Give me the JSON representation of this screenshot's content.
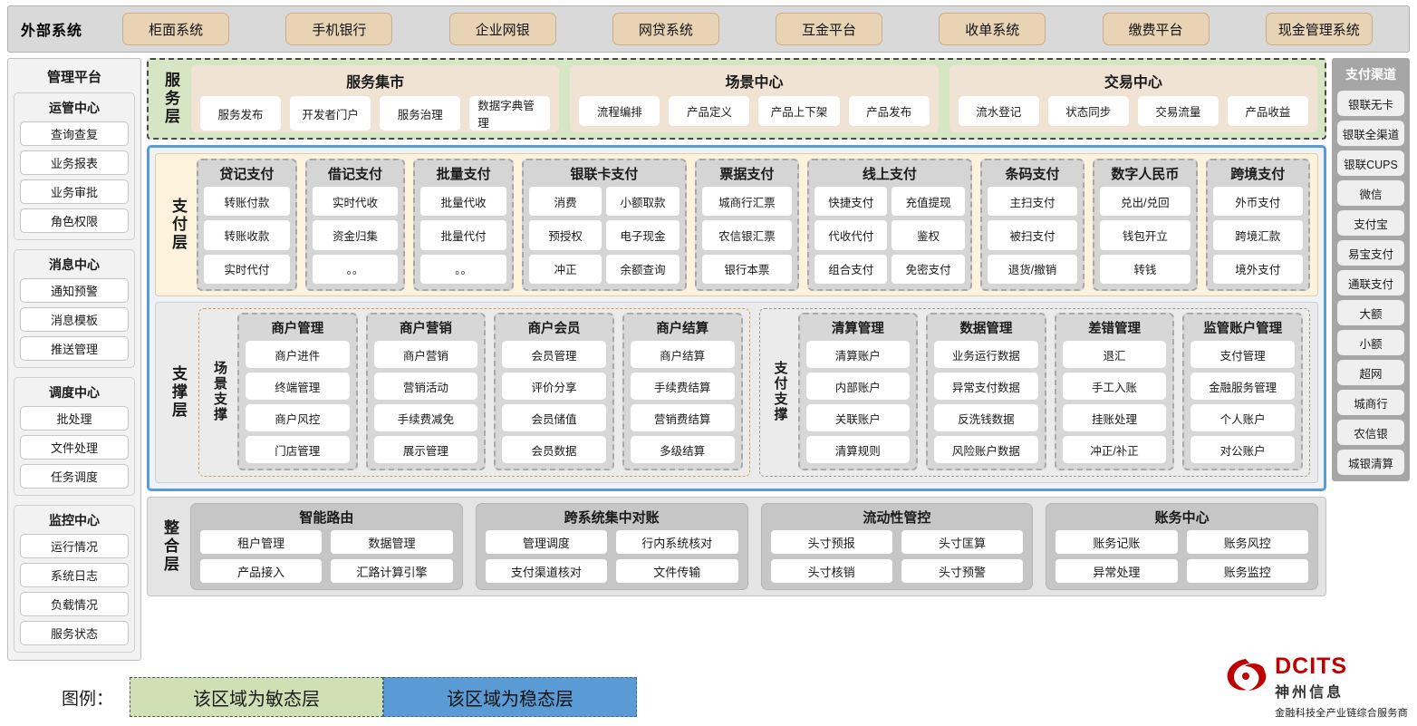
{
  "external_bar": {
    "title": "外部系统",
    "items": [
      "柜面系统",
      "手机银行",
      "企业网银",
      "网贷系统",
      "互金平台",
      "收单系统",
      "缴费平台",
      "现金管理系统"
    ]
  },
  "management_platform": {
    "title": "管理平台",
    "groups": [
      {
        "title": "运管中心",
        "items": [
          "查询查复",
          "业务报表",
          "业务审批",
          "角色权限"
        ]
      },
      {
        "title": "消息中心",
        "items": [
          "通知预警",
          "消息模板",
          "推送管理"
        ]
      },
      {
        "title": "调度中心",
        "items": [
          "批处理",
          "文件处理",
          "任务调度"
        ]
      },
      {
        "title": "监控中心",
        "items": [
          "运行情况",
          "系统日志",
          "负载情况",
          "服务状态"
        ]
      }
    ]
  },
  "service_layer": {
    "label": "服务层",
    "groups": [
      {
        "title": "服务集市",
        "items": [
          "服务发布",
          "开发者门户",
          "服务治理",
          "数据字典管理"
        ]
      },
      {
        "title": "场景中心",
        "items": [
          "流程编排",
          "产品定义",
          "产品上下架",
          "产品发布"
        ]
      },
      {
        "title": "交易中心",
        "items": [
          "流水登记",
          "状态同步",
          "交易流量",
          "产品收益"
        ]
      }
    ]
  },
  "payment_layer": {
    "label": "支付层",
    "columns": [
      {
        "title": "贷记支付",
        "cols": 1,
        "items": [
          "转账付款",
          "转账收款",
          "实时代付"
        ]
      },
      {
        "title": "借记支付",
        "cols": 1,
        "items": [
          "实时代收",
          "资金归集",
          "。。"
        ]
      },
      {
        "title": "批量支付",
        "cols": 1,
        "items": [
          "批量代收",
          "批量代付",
          "。。"
        ]
      },
      {
        "title": "银联卡支付",
        "cols": 2,
        "items": [
          "消费",
          "小额取款",
          "预授权",
          "电子现金",
          "冲正",
          "余额查询"
        ]
      },
      {
        "title": "票据支付",
        "cols": 1,
        "items": [
          "城商行汇票",
          "农信银汇票",
          "银行本票"
        ]
      },
      {
        "title": "线上支付",
        "cols": 2,
        "items": [
          "快捷支付",
          "充值提现",
          "代收代付",
          "鉴权",
          "组合支付",
          "免密支付"
        ]
      },
      {
        "title": "条码支付",
        "cols": 1,
        "items": [
          "主扫支付",
          "被扫支付",
          "退货/撤销"
        ]
      },
      {
        "title": "数字人民币",
        "cols": 1,
        "items": [
          "兑出/兑回",
          "钱包开立",
          "转钱"
        ]
      },
      {
        "title": "跨境支付",
        "cols": 1,
        "items": [
          "外币支付",
          "跨境汇款",
          "境外支付"
        ]
      }
    ]
  },
  "support_layer": {
    "label": "支撑层",
    "groups": [
      {
        "label": "场景支撑",
        "columns": [
          {
            "title": "商户管理",
            "items": [
              "商户进件",
              "终端管理",
              "商户风控",
              "门店管理"
            ]
          },
          {
            "title": "商户营销",
            "items": [
              "商户营销",
              "营销活动",
              "手续费减免",
              "展示管理"
            ]
          },
          {
            "title": "商户会员",
            "items": [
              "会员管理",
              "评价分享",
              "会员储值",
              "会员数据"
            ]
          },
          {
            "title": "商户结算",
            "items": [
              "商户结算",
              "手续费结算",
              "营销费结算",
              "多级结算"
            ]
          }
        ]
      },
      {
        "label": "支付支撑",
        "columns": [
          {
            "title": "清算管理",
            "items": [
              "清算账户",
              "内部账户",
              "关联账户",
              "清算规则"
            ]
          },
          {
            "title": "数据管理",
            "items": [
              "业务运行数据",
              "异常支付数据",
              "反洗钱数据",
              "风险账户数据"
            ]
          },
          {
            "title": "差错管理",
            "items": [
              "退汇",
              "手工入账",
              "挂账处理",
              "冲正/补正"
            ]
          },
          {
            "title": "监管账户管理",
            "items": [
              "支付管理",
              "金融服务管理",
              "个人账户",
              "对公账户"
            ]
          }
        ]
      }
    ]
  },
  "integration_layer": {
    "label": "整合层",
    "groups": [
      {
        "title": "智能路由",
        "items": [
          "租户管理",
          "数据管理",
          "产品接入",
          "汇路计算引擎"
        ]
      },
      {
        "title": "跨系统集中对账",
        "items": [
          "管理调度",
          "行内系统核对",
          "支付渠道核对",
          "文件传输"
        ]
      },
      {
        "title": "流动性管控",
        "items": [
          "头寸预报",
          "头寸匡算",
          "头寸核销",
          "头寸预警"
        ]
      },
      {
        "title": "账务中心",
        "items": [
          "账务记账",
          "账务风控",
          "异常处理",
          "账务监控"
        ]
      }
    ]
  },
  "payment_channel": {
    "title": "支付渠道",
    "items": [
      "银联无卡",
      "银联全渠道",
      "银联CUPS",
      "微信",
      "支付宝",
      "易宝支付",
      "通联支付",
      "大额",
      "小额",
      "超网",
      "城商行",
      "农信银",
      "城银清算"
    ]
  },
  "legend": {
    "label": "图例：",
    "agile": "该区域为敏态层",
    "stable": "该区域为稳态层",
    "agile_color": "#cfe0b4",
    "stable_color": "#5b9bd5"
  },
  "brand": {
    "name": "DCITS",
    "cn_name": "神州信息",
    "tagline": "金融科技全产业链综合服务商",
    "color": "#c00000"
  }
}
